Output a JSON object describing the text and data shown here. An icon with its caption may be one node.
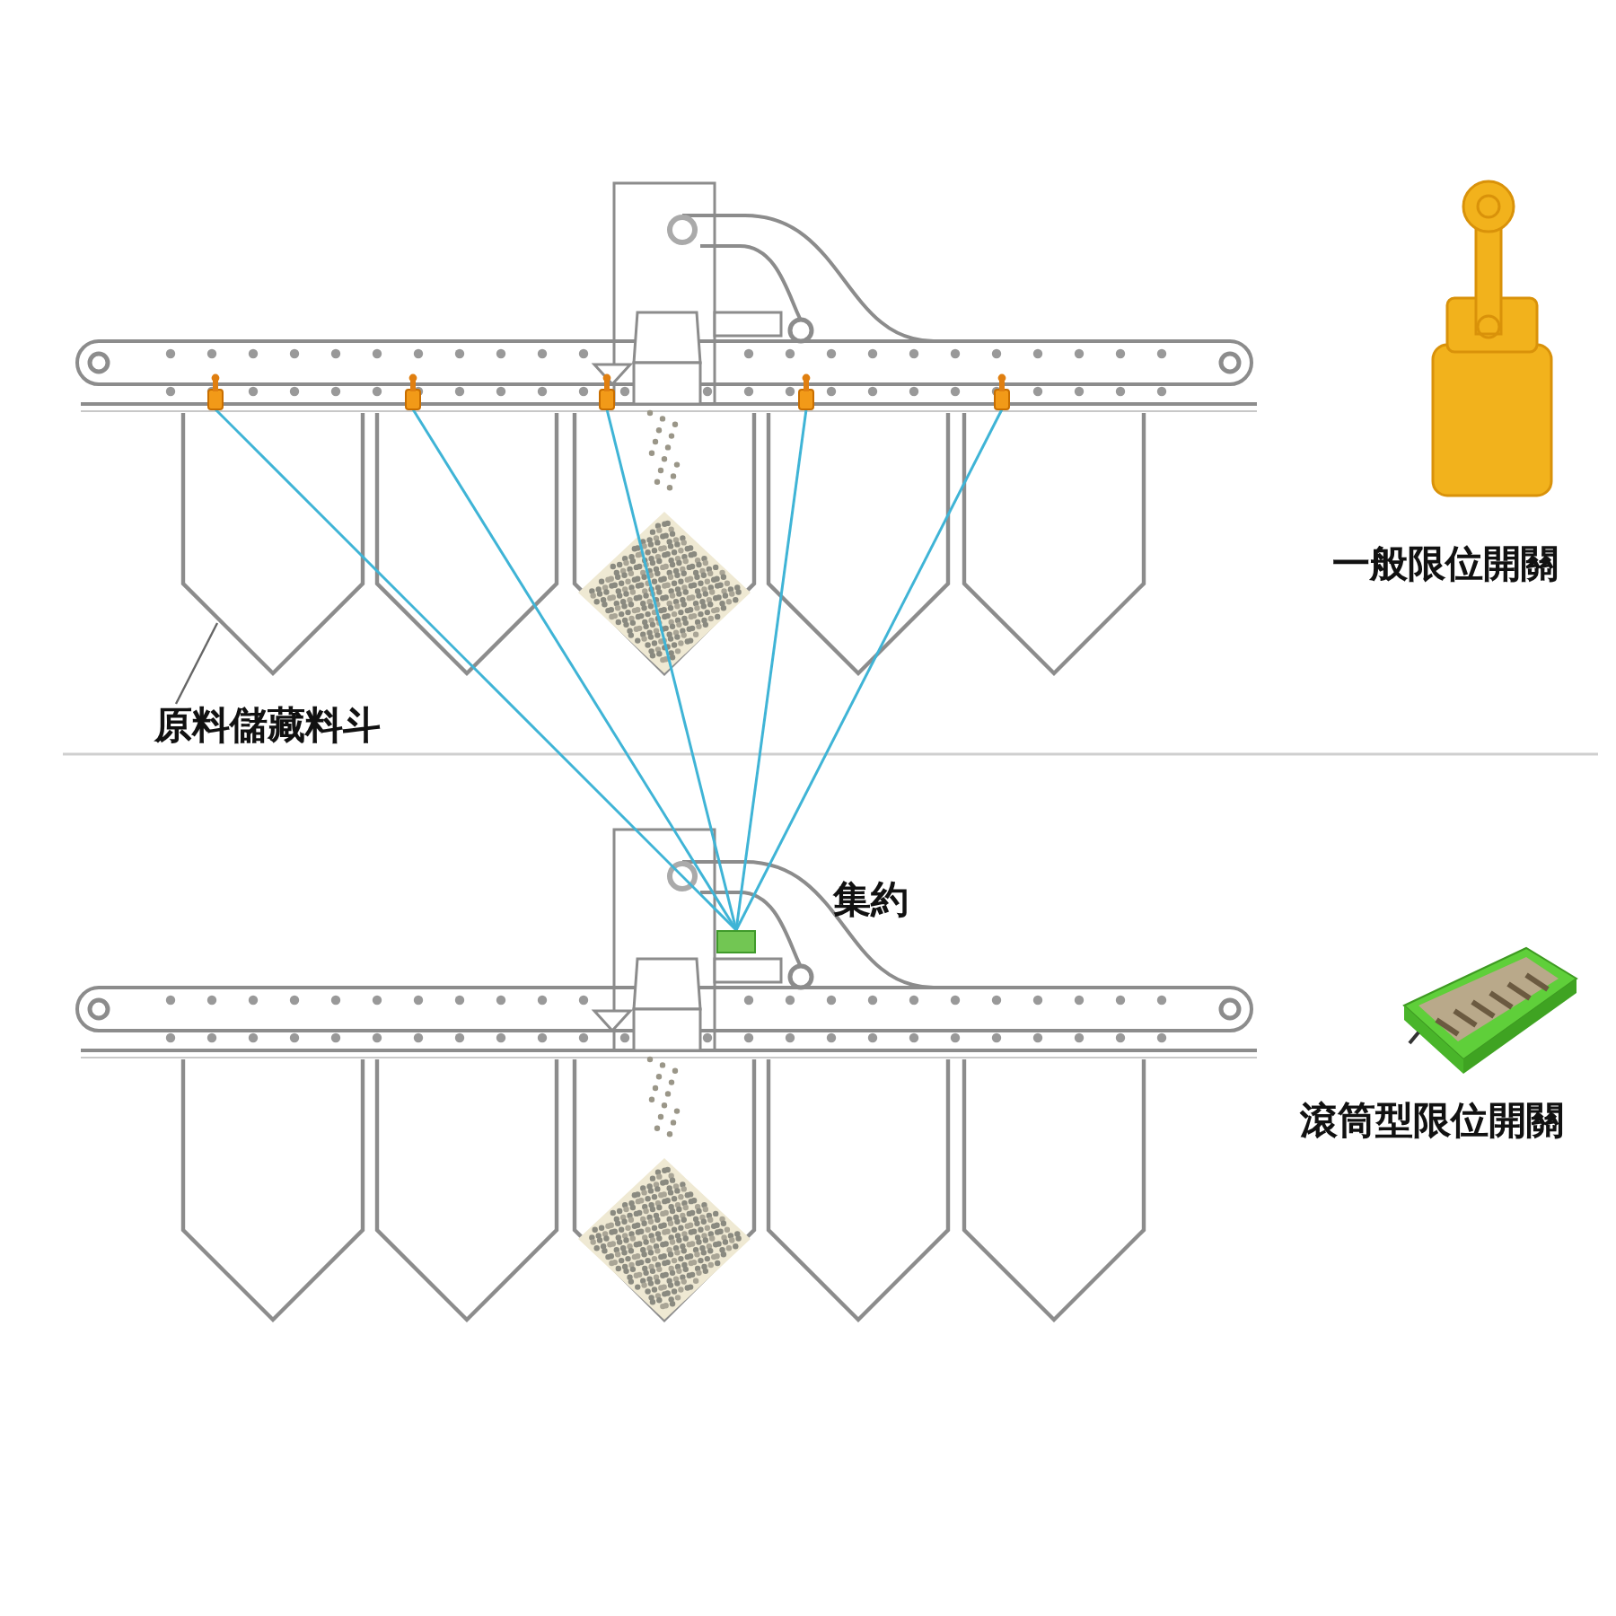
{
  "diagram": {
    "nodes": [
      {
        "text": [],
        "shape": "box"
      },
      {
        "text": [],
        "shape": "box"
      },
      {
        "text": [],
        "shape": "box"
      },
      {
        "text": [],
        "shape": "box"
      },
      {
        "text": [],
        "shape": "box"
      },
      {
        "text": [],
        "shape": "box",
        "beside": [
          "集約"
        ]
      },
      {
        "text": [
          "原料儲藏料斗"
        ]
      }
    ],
    "edges": [
      {
        "from": 0,
        "to": 5,
        "arrow": "none"
      },
      {
        "from": 1,
        "to": 5,
        "arrow": "none"
      },
      {
        "from": 2,
        "to": 5,
        "arrow": "none"
      },
      {
        "from": 3,
        "to": 5,
        "arrow": "none"
      },
      {
        "from": 4,
        "to": 5,
        "arrow": "none"
      },
      {
        "from": 6,
        "to": null,
        "arrow": "none",
        "color": "#666666"
      }
    ],
    "labels": [
      "一般限位開關",
      "滾筒型限位開關"
    ]
  }
}
